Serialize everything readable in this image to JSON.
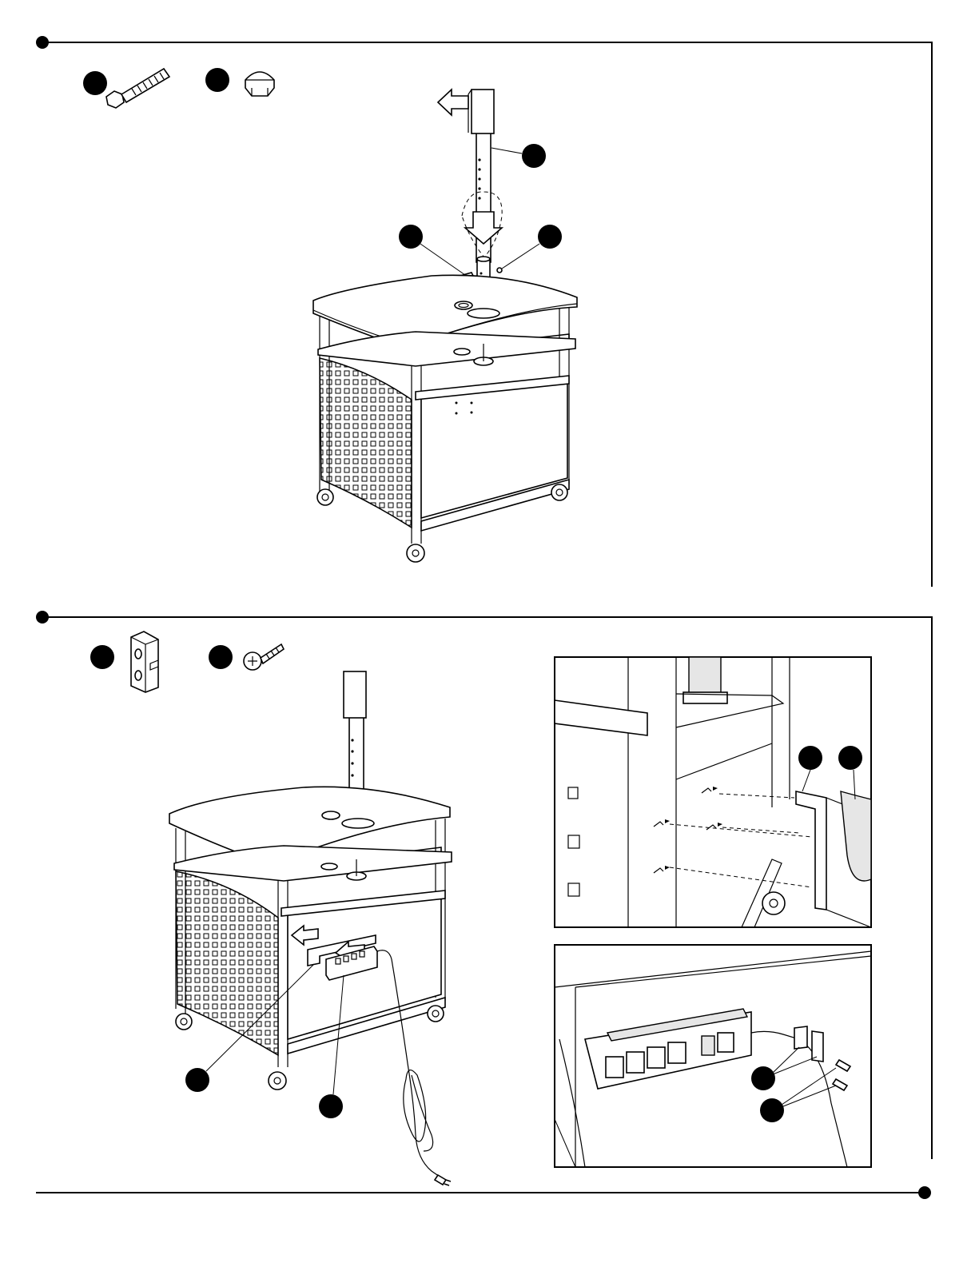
{
  "page": {
    "background": "#ffffff",
    "ink": "#000000",
    "panel_fill": "#e6e6e6"
  },
  "step_1": {
    "hardware_icons": [
      "hex-bolt-icon",
      "cap-nut-icon"
    ],
    "callout_markers": 5
  },
  "step_2": {
    "hardware_icons": [
      "bracket-block-icon",
      "phillips-screw-icon"
    ],
    "detail_views": 2,
    "callout_markers": 6
  }
}
